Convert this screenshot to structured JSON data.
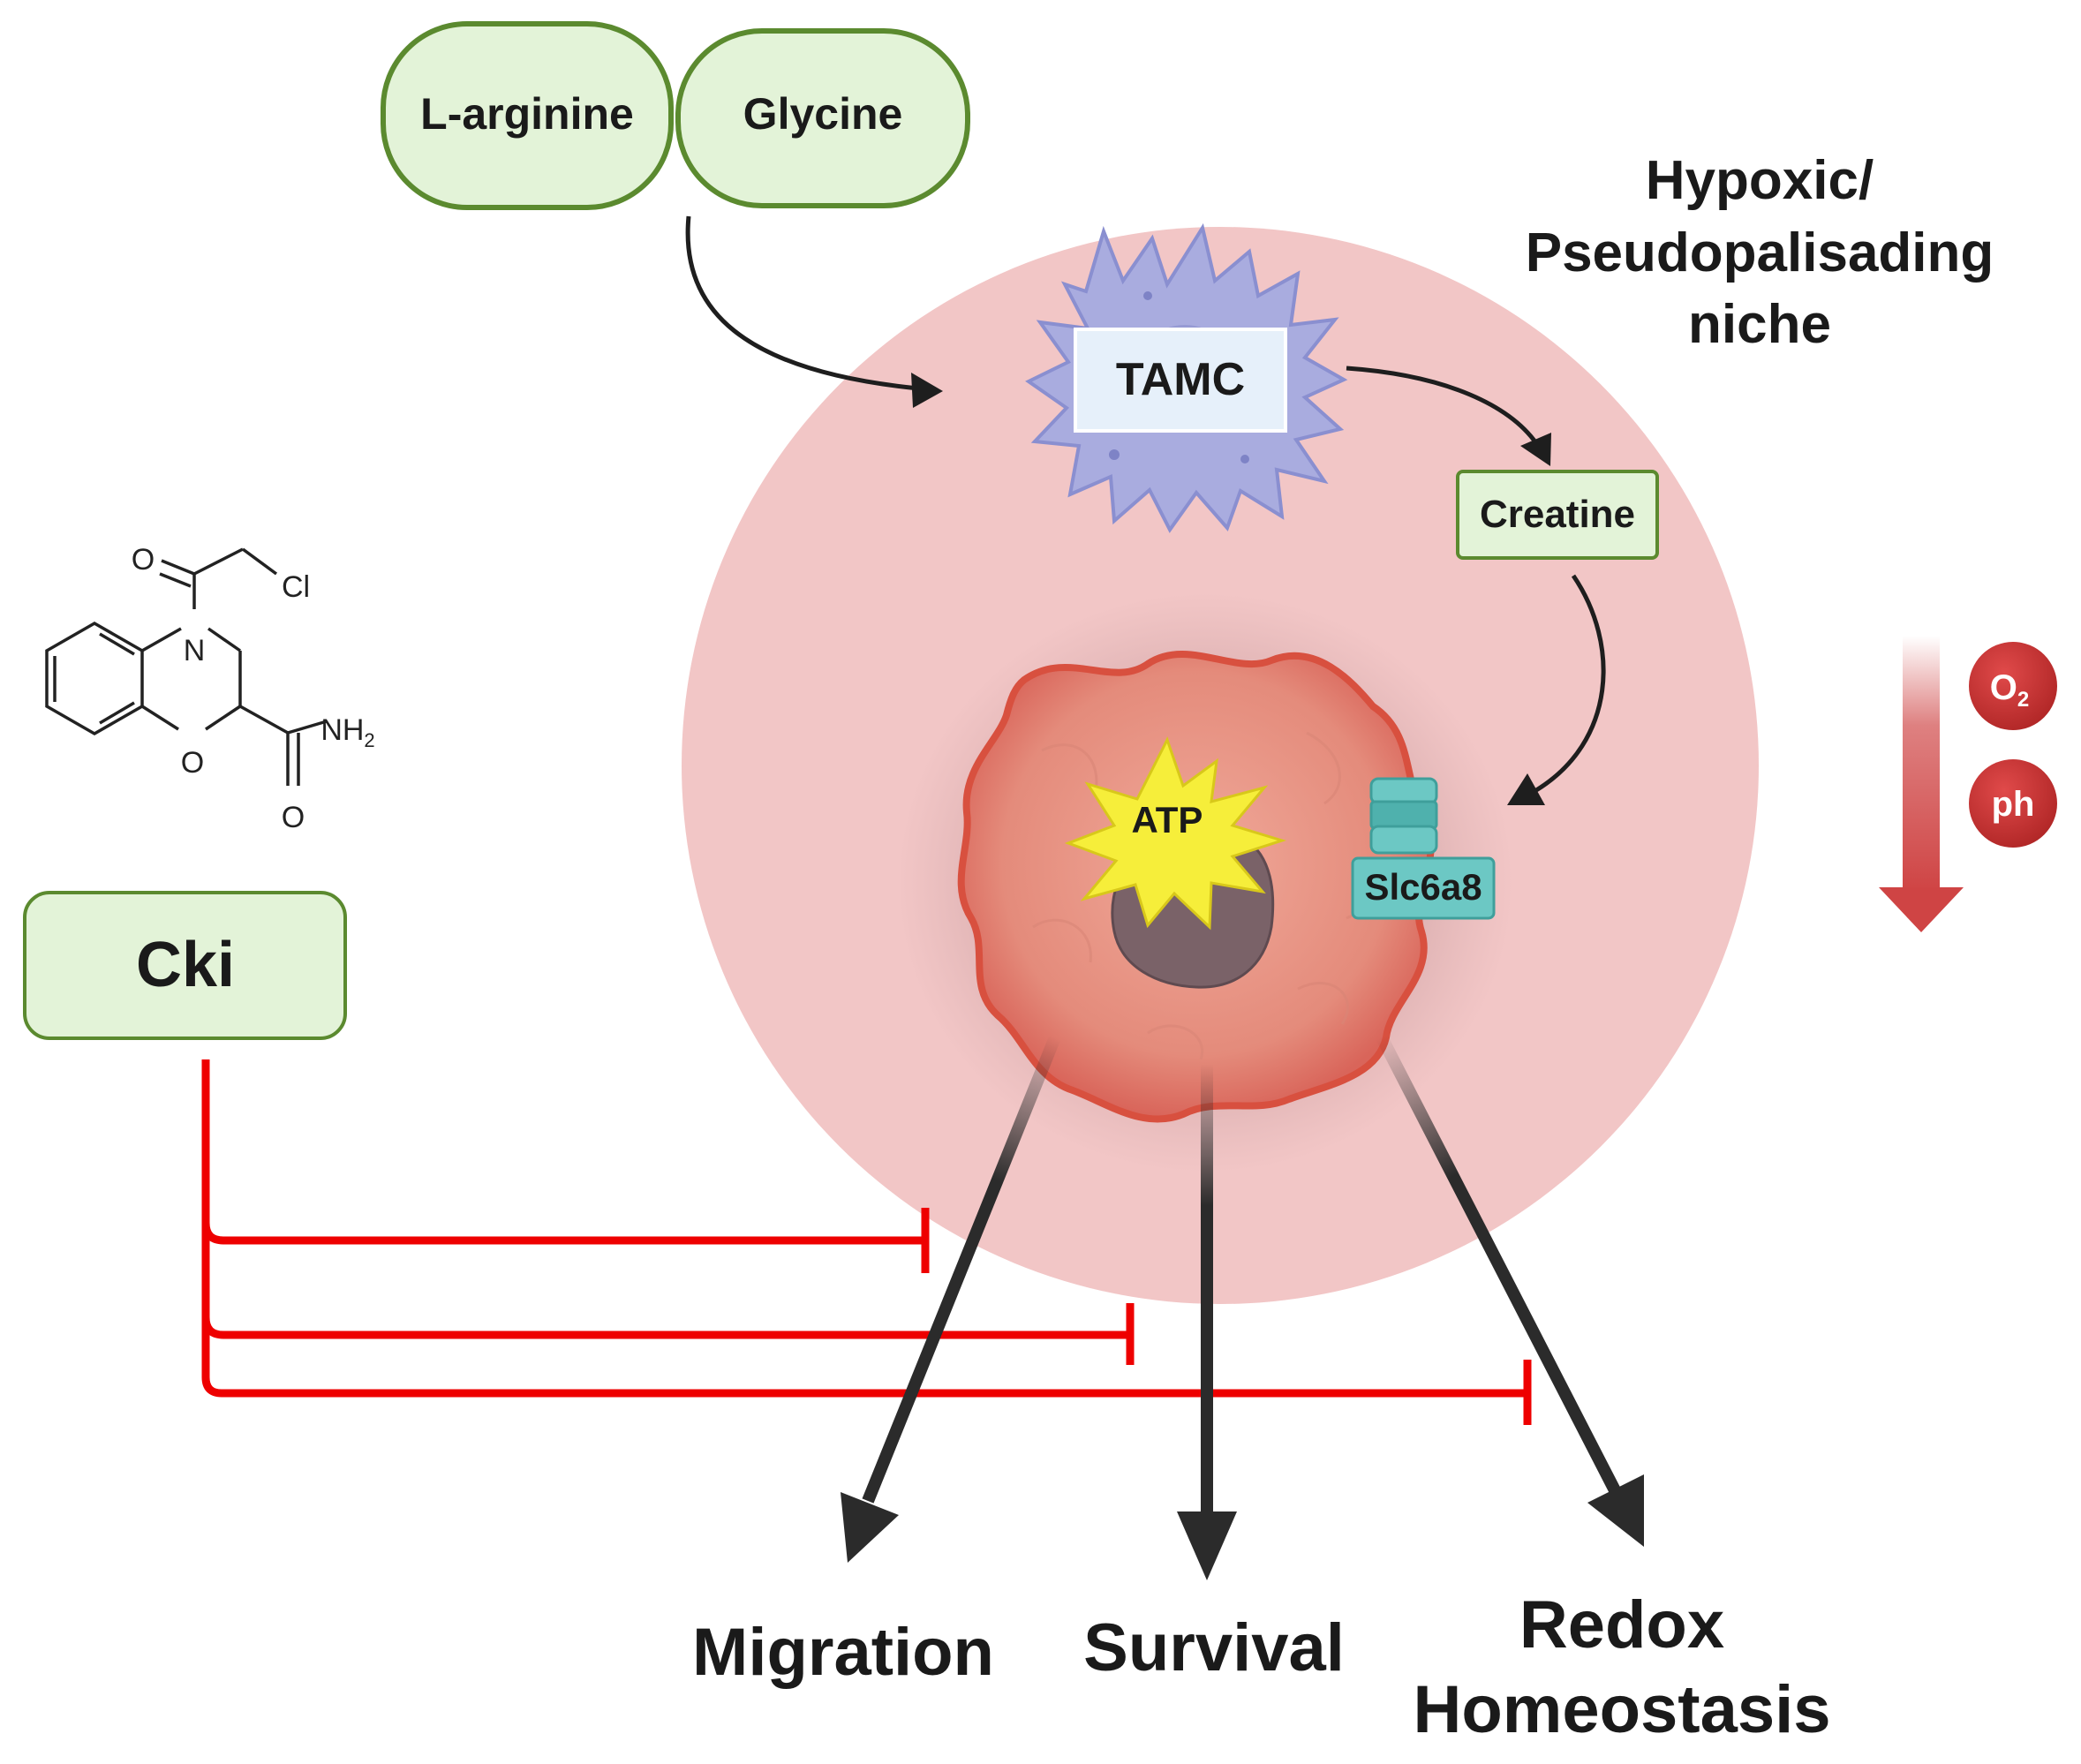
{
  "inputs": {
    "left": "L-arginine",
    "right": "Glycine"
  },
  "cell": "TAMC",
  "metabolite": "Creatine",
  "energy": "ATP",
  "transporter": "Slc6a8",
  "niche": {
    "line1": "Hypoxic/",
    "line2": "Pseudopalisading",
    "line3": "niche"
  },
  "gradient": {
    "o2": "O",
    "o2_sub": "2",
    "ph": "ph"
  },
  "inhibitor": "Cki",
  "structure_atoms": {
    "o_top": "O",
    "cl": "Cl",
    "n": "N",
    "o_ring": "O",
    "nh": "NH",
    "nh_sub": "2",
    "o_bottom": "O"
  },
  "outcomes": {
    "migration": "Migration",
    "survival": "Survival",
    "redox_line1": "Redox",
    "redox_line2": "Homeostasis"
  },
  "colors": {
    "niche_fill": "#f2c6c6",
    "pill_fill": "#e3f3d8",
    "pill_border": "#5b8a2f",
    "inhibition_red": "#ee0000",
    "arrow_dark": "#2b2b2b",
    "gradient_red": "#d04a4a",
    "transporter_teal": "#6cc8c4",
    "tamc_purple": "#a9acdf",
    "tumor_red": "#e07a6a",
    "atp_yellow": "#f6ee3a"
  }
}
